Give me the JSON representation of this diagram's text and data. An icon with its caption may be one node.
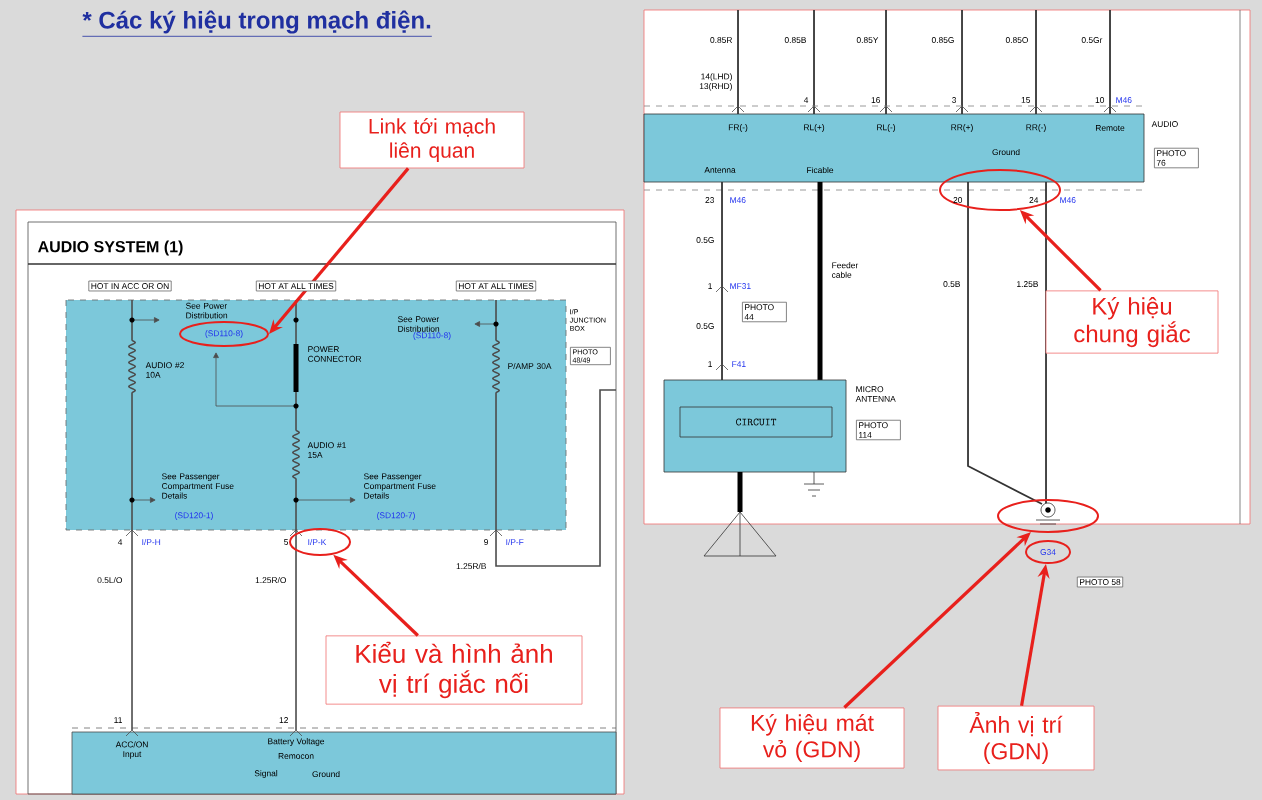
{
  "diagram": {
    "title": "* Các ký hiệu trong mạch điện.",
    "nodes": [
      {
        "text": [
          "Link tới mạch liên quan"
        ]
      },
      {
        "text": [],
        "shape": "ellipse"
      },
      {
        "text": [
          "Kiểu và hình ảnh vị trí giắc nối"
        ]
      },
      {
        "text": [],
        "shape": "ellipse"
      },
      {
        "text": [
          "Ký hiệu chung giắc"
        ]
      },
      {
        "text": [],
        "shape": "ellipse"
      },
      {
        "text": [
          "Ký hiệu mát vỏ (GDN)"
        ]
      },
      {
        "text": [],
        "shape": "ellipse"
      },
      {
        "text": [
          "Ảnh vị trí (GDN)"
        ]
      },
      {
        "text": [],
        "shape": "ellipse"
      }
    ],
    "edges": [
      {
        "from": 0,
        "to": 1,
        "arrow": "to"
      },
      {
        "from": 2,
        "to": 3,
        "arrow": "to"
      },
      {
        "from": 4,
        "to": 5,
        "arrow": "to"
      },
      {
        "from": 6,
        "to": 7,
        "arrow": "to"
      },
      {
        "from": 8,
        "to": 9,
        "arrow": "to"
      }
    ],
    "labels": [
      "AUDIO SYSTEM (1)",
      "HOT IN ACC OR ON",
      "HOT AT ALL TIMES",
      "HOT AT ALL TIMES",
      "See Power Distribution",
      "(SD110-8)",
      "POWER CONNECTOR",
      "AUDIO #2 10A",
      "See Power Distribution",
      "(SD110-8)",
      "I/P JUNCTION BOX",
      "PHOTO 48/49",
      "P/AMP 30A",
      "AUDIO #1 15A",
      "See Passenger Compartment Fuse Details",
      "(SD120-1)",
      "See Passenger Compartment Fuse Details",
      "(SD120-7)",
      "4",
      "I/P-H",
      "5",
      "I/P-K",
      "9",
      "I/P-F",
      "0.5L/O",
      "1.25R/O",
      "1.25R/B",
      "11",
      "12",
      "ACC/ON Input",
      "Battery Voltage",
      "Remocon",
      "Signal",
      "Ground",
      "0.85R",
      "0.85B",
      "0.85Y",
      "0.85G",
      "0.85O",
      "0.5Gr",
      "14(LHD) 13(RHD)",
      "4",
      "16",
      "3",
      "15",
      "10",
      "M46",
      "FR(-)",
      "RL(+)",
      "RL(-)",
      "RR(+)",
      "RR(-)",
      "Remote",
      "AUDIO",
      "PHOTO 76",
      "Antenna",
      "Ficable",
      "Ground",
      "23",
      "M46",
      "20",
      "24",
      "M46",
      "0.5G",
      "1",
      "MF31",
      "PHOTO 44",
      "0.5G",
      "1",
      "F41",
      "Feeder cable",
      "0.5B",
      "1.25B",
      "CIRCUIT",
      "MICRO ANTENNA",
      "PHOTO 114",
      "G34",
      "PHOTO 58"
    ]
  }
}
